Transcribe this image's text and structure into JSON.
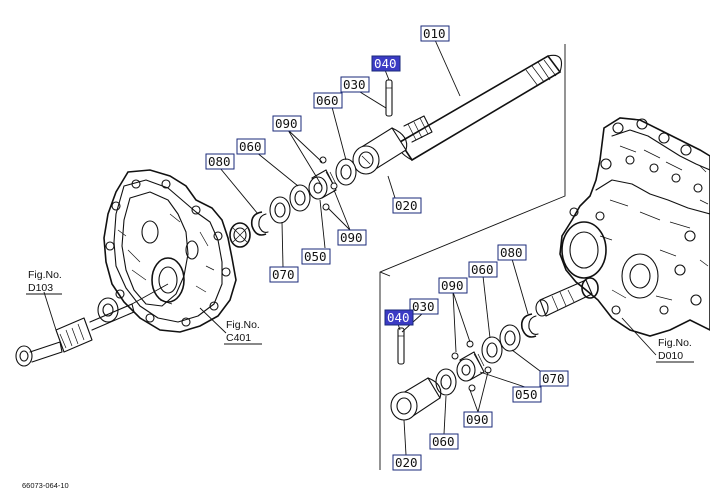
{
  "parts": {
    "p010": "010",
    "p020_top": "020",
    "p020_bottom": "020",
    "p030_top": "030",
    "p030_bottom": "030",
    "p040_top": "040",
    "p040_bottom": "040",
    "p050_top": "050",
    "p050_bottom": "050",
    "p060_top_a": "060",
    "p060_top_b": "060",
    "p060_bottom_a": "060",
    "p060_bottom_b": "060",
    "p070_top": "070",
    "p070_bottom": "070",
    "p080_top": "080",
    "p080_bottom": "080",
    "p090_top_a": "090",
    "p090_top_b": "090",
    "p090_bottom_a": "090",
    "p090_bottom_b": "090"
  },
  "refs": {
    "d103_label": "Fig.No.",
    "d103_code": "D103",
    "c401_label": "Fig.No.",
    "c401_code": "C401",
    "d010_label": "Fig.No.",
    "d010_code": "D010"
  },
  "drawing_code": "66073-064-10",
  "highlight_color": "#3b3bc4"
}
